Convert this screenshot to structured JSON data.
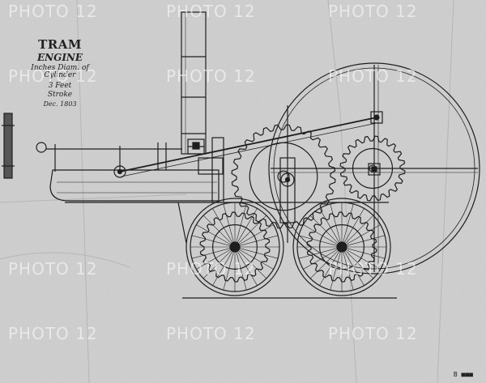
{
  "title_block": {
    "line1": "TRAM",
    "line2": "ENGINE",
    "line3": "Inches Diam. of Cylinder",
    "line4": "3 Feet",
    "line5": "Stroke",
    "line6": "Dec. 1803"
  },
  "watermark": {
    "text": "PHOTO 12"
  },
  "corner_code": "B ■■■",
  "colors": {
    "paper": "#cfcfcf",
    "ink": "#1e1e1e",
    "watermark": "#ffffff"
  }
}
